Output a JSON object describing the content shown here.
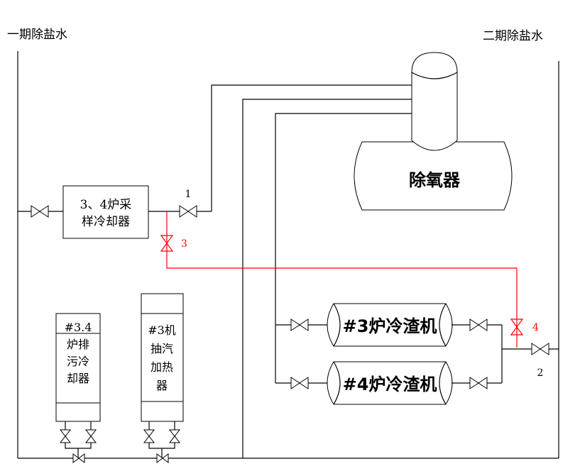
{
  "headings": {
    "phase1_water": "一期除盐水",
    "phase2_water": "二期除盐水"
  },
  "equipment": {
    "deaerator": "除氧器",
    "sample_cooler_line1": "3、4炉采",
    "sample_cooler_line2": "样冷却器",
    "blowdown_cooler": [
      "#3.4",
      "炉排",
      "污冷",
      "却器"
    ],
    "extraction_heater": [
      "#3机",
      "抽汽",
      "加热",
      "器"
    ],
    "slag_cooler_3": "#3炉冷渣机",
    "slag_cooler_4": "#4炉冷渣机"
  },
  "valves": {
    "v1": "1",
    "v2": "2",
    "v3": "3",
    "v4": "4"
  },
  "colors": {
    "pipe": "#000000",
    "new_pipe": "#ff0000"
  }
}
